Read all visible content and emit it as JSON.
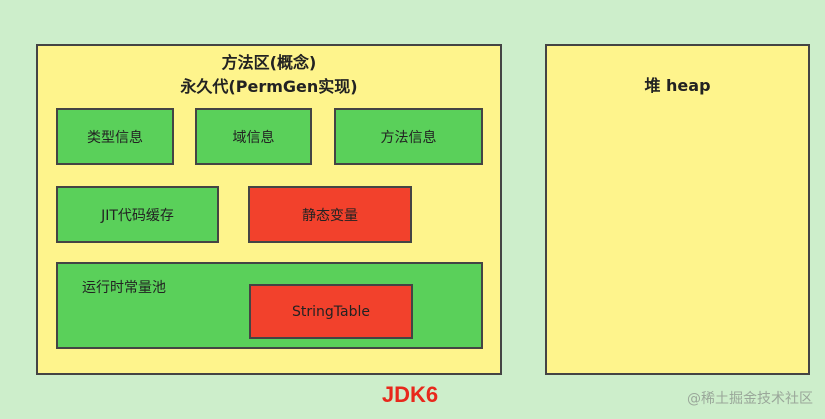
{
  "method_area": {
    "title_line1": "方法区(概念)",
    "title_line2": "永久代(PermGen实现)",
    "boxes": [
      {
        "label": "类型信息",
        "color": "#5ad05a"
      },
      {
        "label": "域信息",
        "color": "#5ad05a"
      },
      {
        "label": "方法信息",
        "color": "#5ad05a"
      },
      {
        "label": "JIT代码缓存",
        "color": "#5ad05a"
      },
      {
        "label": "静态变量",
        "color": "#f2412c"
      }
    ],
    "constant_pool": {
      "label": "运行时常量池",
      "string_table": "StringTable"
    }
  },
  "heap": {
    "title": "堆 heap"
  },
  "version_label": "JDK6",
  "watermark": "@稀土掘金技术社区",
  "colors": {
    "background": "#cdeecb",
    "container": "#fef48c",
    "normal_item": "#5ad05a",
    "highlight_item": "#f2412c",
    "version_text": "#e8281c"
  }
}
